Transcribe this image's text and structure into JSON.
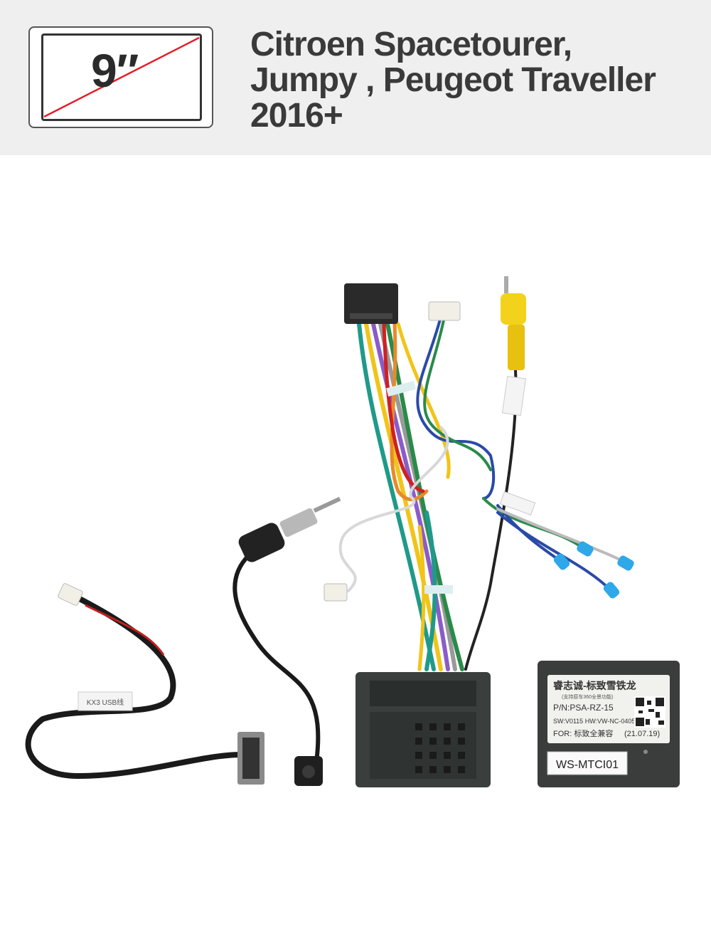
{
  "header": {
    "screen_size": "9″",
    "title_lines": [
      "Citroen Spacetourer,",
      "Jumpy , Peugeot Traveller",
      "2016+"
    ]
  },
  "module": {
    "brand_line": "睿志诚-标致雪铁龙",
    "sub_line": "(支持原车360全景功能)",
    "part_number": "P/N:PSA-RZ-15",
    "version": "SW:V0115 HW:VW-NC-0405",
    "for_line": "FOR: 标致全兼容",
    "date": "(21.07.19)",
    "model": "WS-MTCI01"
  },
  "usb_tag": "KX3 USB线",
  "colors": {
    "header_bg": "#efefef",
    "accent_red": "#e0202a",
    "title": "#3a3a3a"
  }
}
